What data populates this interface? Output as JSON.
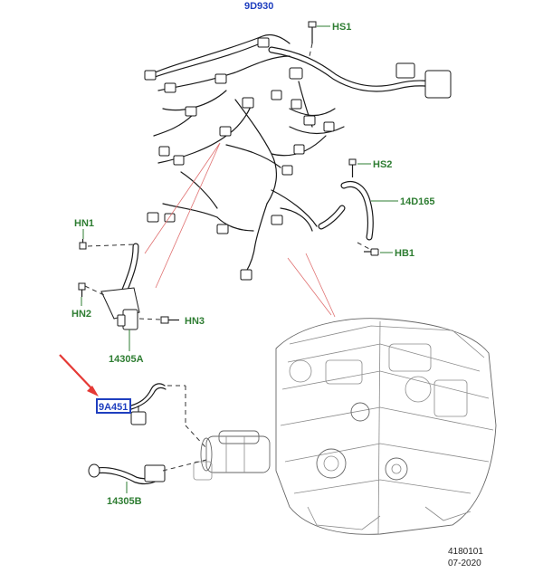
{
  "labels": {
    "harness_main": "9D930",
    "hs1": "HS1",
    "hs2": "HS2",
    "part_14d165": "14D165",
    "hb1": "HB1",
    "hn1": "HN1",
    "hn2": "HN2",
    "hn3": "HN3",
    "part_14305a": "14305A",
    "part_9a451": "9A451",
    "part_14305b": "14305B"
  },
  "footer": {
    "ref_number": "4180101",
    "date": "07-2020"
  },
  "colors": {
    "callout_green": "#2e7d32",
    "callout_blue": "#1f3fbf",
    "highlight_box": "#1f3fbf",
    "pointer_arrow": "#e53935"
  }
}
